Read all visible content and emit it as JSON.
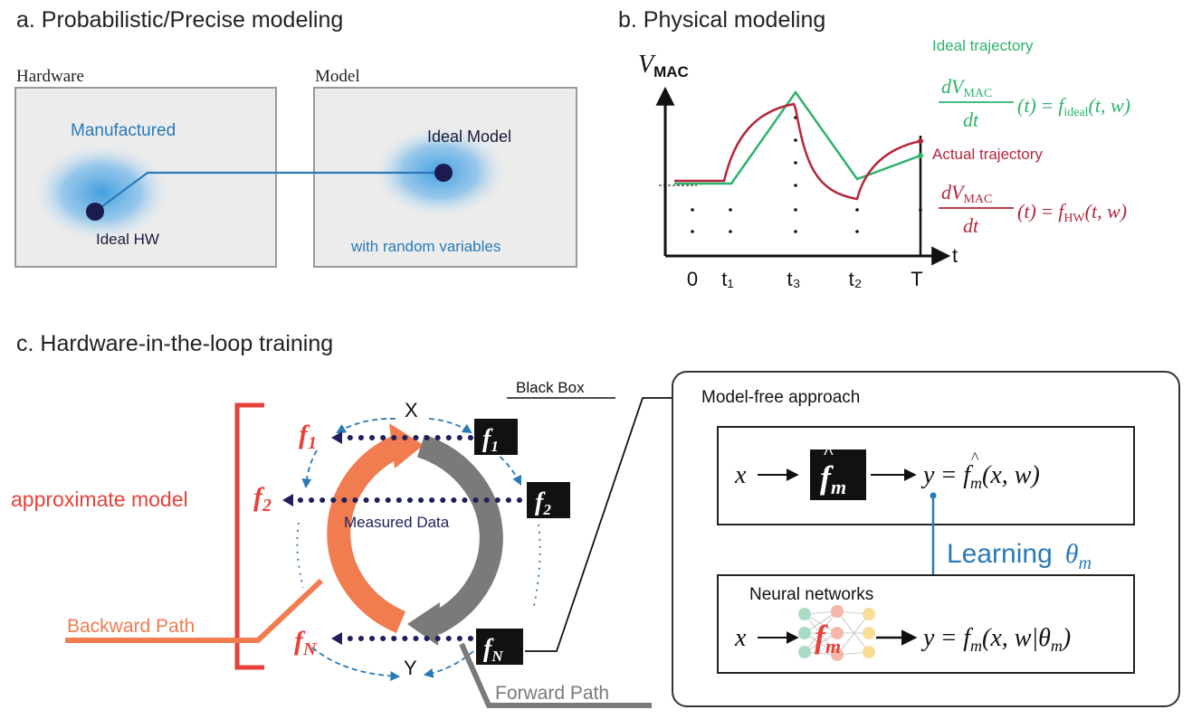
{
  "panel_a": {
    "title": "a. Probabilistic/Precise modeling",
    "hardware_label": "Hardware",
    "model_label": "Model",
    "manufactured": "Manufactured",
    "ideal_hw": "Ideal HW",
    "ideal_model": "Ideal Model",
    "random_vars": "with random variables"
  },
  "panel_b": {
    "title": "b. Physical modeling",
    "y_axis_V": "V",
    "y_axis_sub": "MAC",
    "x_axis": "t",
    "ticks": [
      "0",
      "t₁",
      "t₃",
      "t₂",
      "T"
    ],
    "ideal_label": "Ideal trajectory",
    "actual_label": "Actual trajectory",
    "eq_num_d": "dV",
    "eq_num_sub": "MAC",
    "eq_den": "dt",
    "eq_arg": "(t)",
    "eq_eq": "=",
    "eq_f": "f",
    "ideal_sub": "ideal",
    "hw_sub": "HW",
    "eq_tail": "(t, w)",
    "colors": {
      "ideal": "#2db36b",
      "actual": "#b5263a"
    }
  },
  "panel_c": {
    "title": "c. Hardware-in-the-loop training",
    "black_box": "Black Box",
    "approx_model": "approximate model",
    "node_x": "X",
    "node_y": "Y",
    "measured_data": "Measured Data",
    "backward_path": "Backward Path",
    "forward_path": "Forward Path",
    "f_letter": "f",
    "subs": [
      "1",
      "2",
      "N"
    ],
    "model_free_title": "Model-free approach",
    "x_var": "x",
    "fm_sub": "m",
    "y_eq1_y": "y",
    "y_eq1_rest": "(x, w)",
    "learning": "Learning",
    "theta": "θ",
    "theta_sub": "m",
    "neural_networks": "Neural networks",
    "y_eq2_rest": "(x, w|θ",
    "y_eq2_close": ")",
    "colors": {
      "red": "#e8413a",
      "orange": "#f07c50",
      "gray": "#7a7a7a",
      "blue": "#2a7ab8",
      "navy": "#1f1f5c"
    }
  }
}
